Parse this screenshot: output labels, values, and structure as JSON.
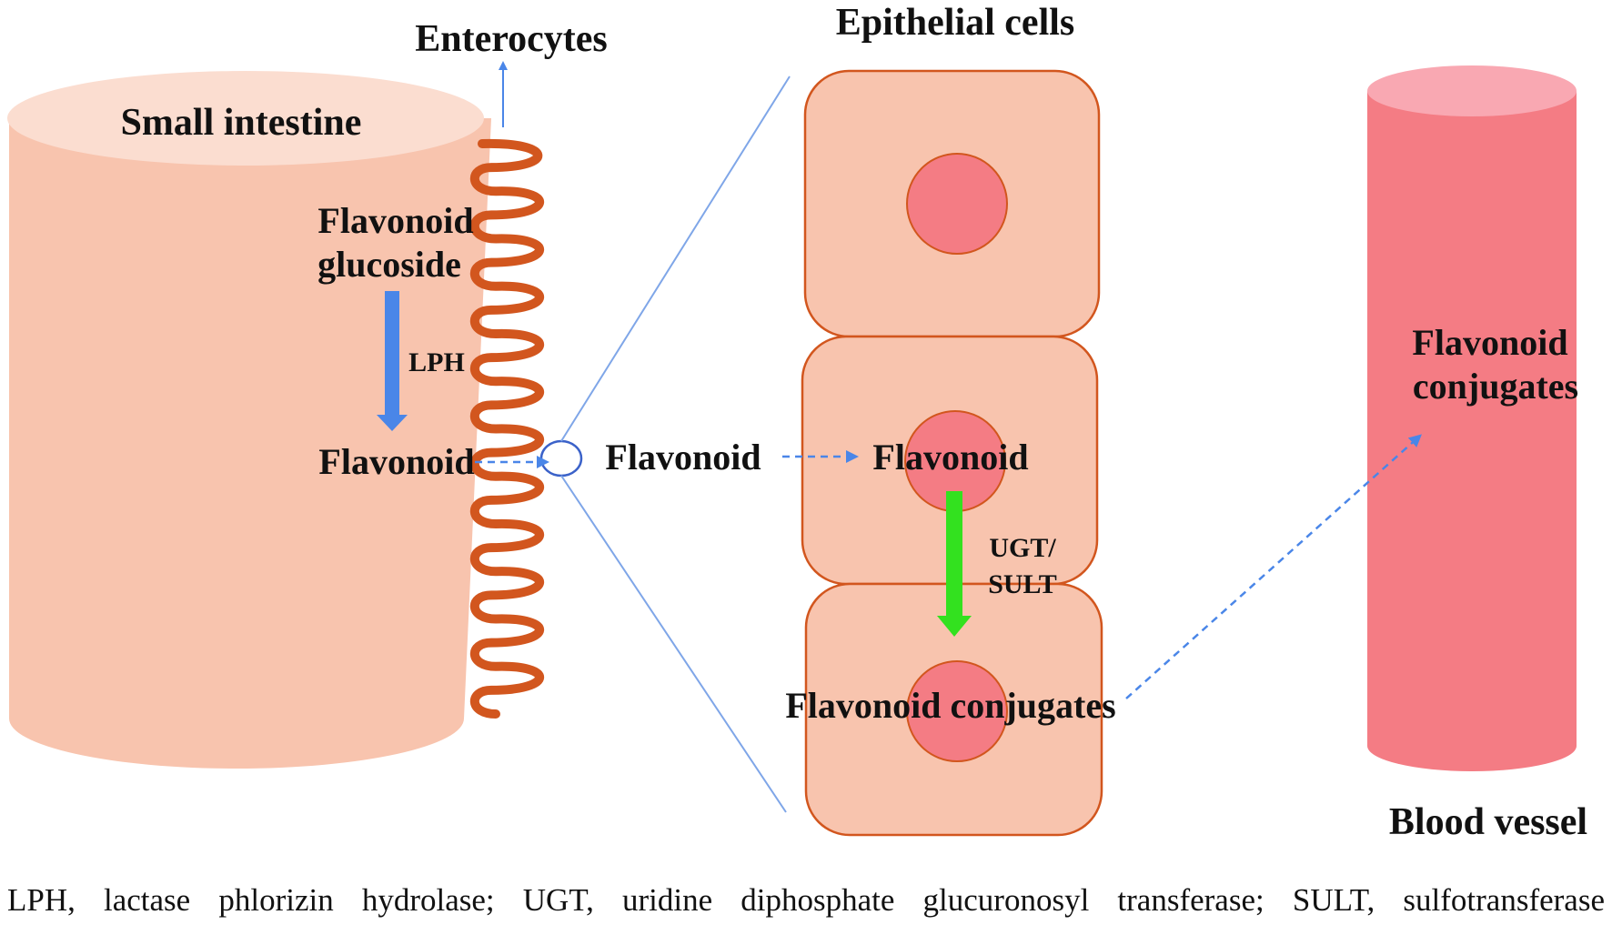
{
  "labels": {
    "small_intestine": "Small intestine",
    "enterocytes": "Enterocytes",
    "epithelial_cells": "Epithelial cells",
    "blood_vessel": "Blood vessel",
    "flavonoid_glucoside_line1": "Flavonoid",
    "flavonoid_glucoside_line2": "glucoside",
    "lph": "LPH",
    "flavonoid_lumen": "Flavonoid",
    "flavonoid_middle": "Flavonoid",
    "flavonoid_cell": "Flavonoid",
    "ugt_line1": "UGT/",
    "ugt_line2": "SULT",
    "flavonoid_conjugates_cell": "Flavonoid conjugates",
    "flavonoid_conjugates_vessel_line1": "Flavonoid",
    "flavonoid_conjugates_vessel_line2": "conjugates"
  },
  "caption": "LPH, lactase phlorizin hydrolase; UGT, uridine diphosphate glucuronosyl transferase; SULT, sulfotransferase",
  "colors": {
    "intestine_body": "#F8C4AE",
    "intestine_top": "#FBDDD0",
    "villi": "#D2561E",
    "cell_fill": "#F8C4AE",
    "cell_border": "#D2561E",
    "nucleus": "#F47C84",
    "vessel": "#F47C84",
    "vessel_top": "#F9A8B2",
    "arrow_blue": "#4A86E8",
    "arrow_green": "#33E11F",
    "zoom_lines": "#7FA6E8"
  }
}
